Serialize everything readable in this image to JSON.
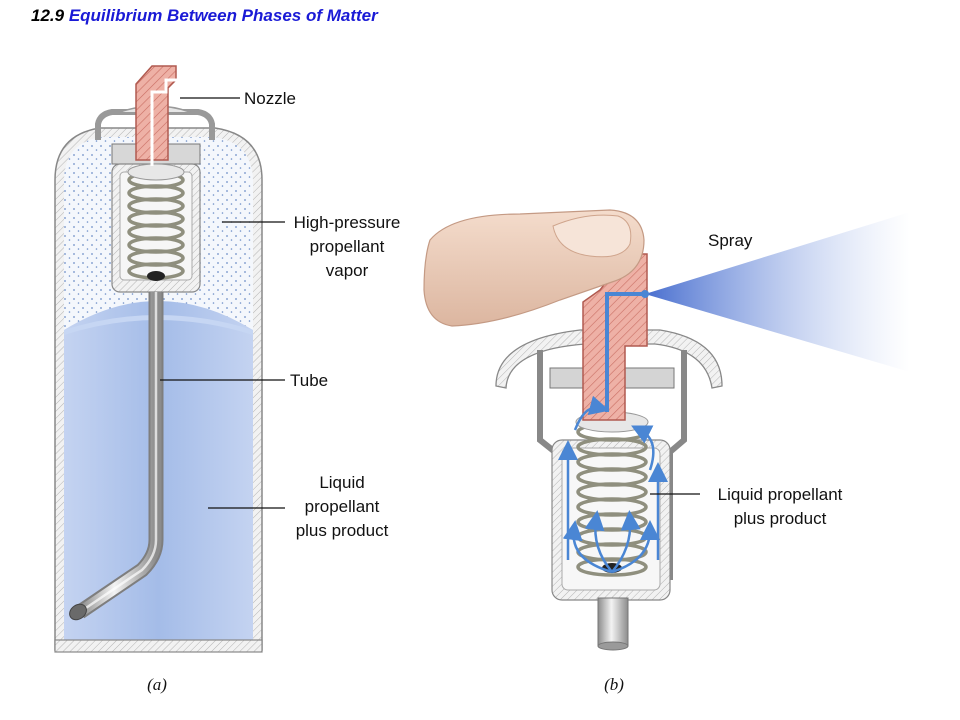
{
  "header": {
    "section_number": "12.9",
    "section_title": "Equilibrium Between Phases of Matter"
  },
  "labels": {
    "nozzle": "Nozzle",
    "vapor": [
      "High-pressure",
      "propellant",
      "vapor"
    ],
    "tube": "Tube",
    "liquid_a": [
      "Liquid",
      "propellant",
      "plus product"
    ],
    "spray": "Spray",
    "liquid_b": [
      "Liquid propellant",
      "plus product"
    ]
  },
  "captions": {
    "a": "(a)",
    "b": "(b)"
  },
  "colors": {
    "nozzle": "#e8a49a",
    "liquid": "#a9bfe9",
    "vapor_dots": "#6f8fc8",
    "flow_arrows": "#4a86d4",
    "spray": "#5c7fd6",
    "header_title": "#1a1ad6"
  }
}
